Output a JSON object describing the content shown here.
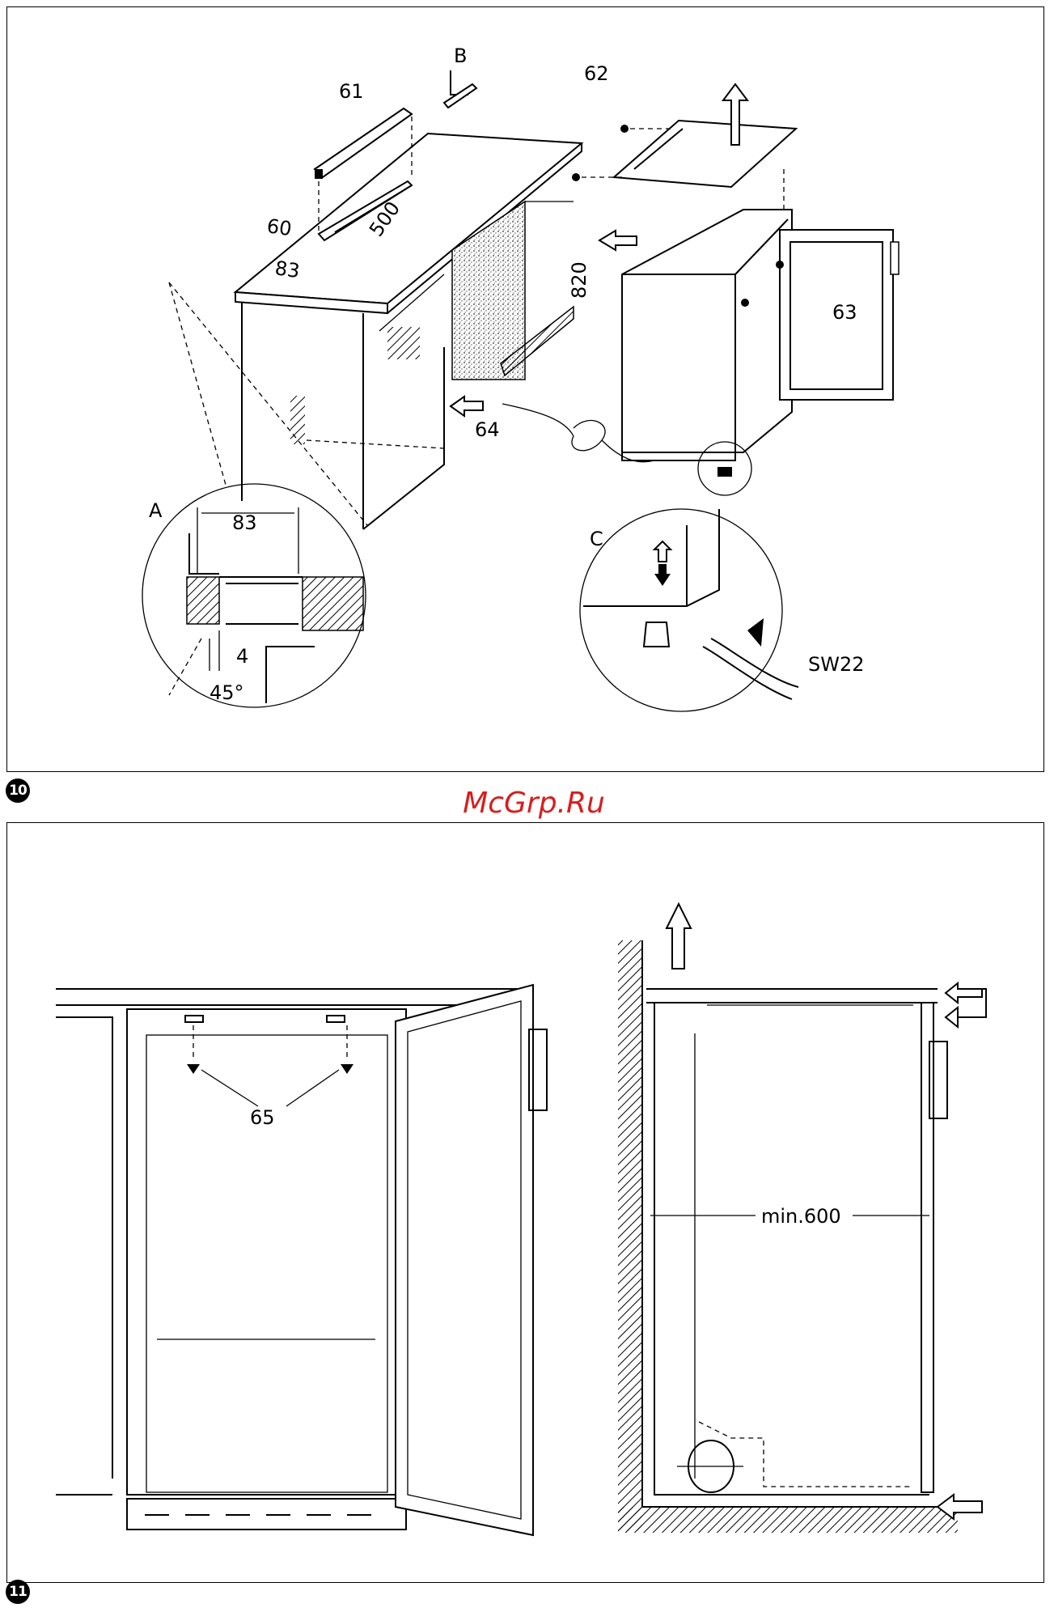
{
  "figure10": {
    "badge": "10",
    "labels": {
      "l61": "61",
      "lB": "B",
      "l62": "62",
      "l60": "60",
      "l500": "500",
      "l83": "83",
      "l820": "820",
      "l63": "63",
      "l64": "64",
      "lA": "A",
      "l83b": "83",
      "l4": "4",
      "l45": "45°",
      "lC": "C",
      "lSW22": "SW22"
    }
  },
  "watermark": "McGrp.Ru",
  "figure11": {
    "badge": "11",
    "labels": {
      "l65": "65",
      "lmin600": "min.600"
    }
  }
}
